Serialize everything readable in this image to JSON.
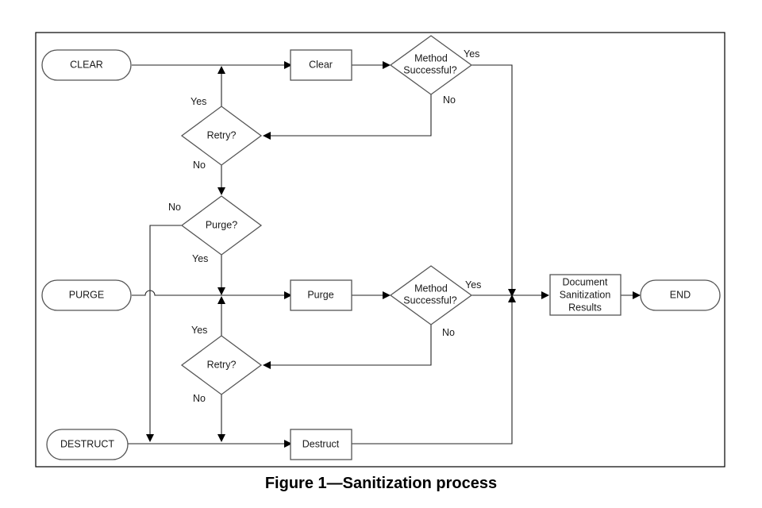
{
  "figure": {
    "caption": "Figure 1—Sanitization process"
  },
  "nodes": {
    "clear_start": "CLEAR",
    "purge_start": "PURGE",
    "destruct_start": "DESTRUCT",
    "clear_process": "Clear",
    "purge_process": "Purge",
    "destruct_process": "Destruct",
    "clear_check_line1": "Method",
    "clear_check_line2": "Successful?",
    "purge_check_line1": "Method",
    "purge_check_line2": "Successful?",
    "clear_retry": "Retry?",
    "purge_retry": "Retry?",
    "purge_decision": "Purge?",
    "document_line1": "Document",
    "document_line2": "Sanitization",
    "document_line3": "Results",
    "end": "END"
  },
  "edge_labels": {
    "clear_check_yes": "Yes",
    "clear_check_no": "No",
    "clear_retry_yes": "Yes",
    "clear_retry_no": "No",
    "purge_decision_no": "No",
    "purge_decision_yes": "Yes",
    "purge_check_yes": "Yes",
    "purge_check_no": "No",
    "purge_retry_yes": "Yes",
    "purge_retry_no": "No"
  }
}
